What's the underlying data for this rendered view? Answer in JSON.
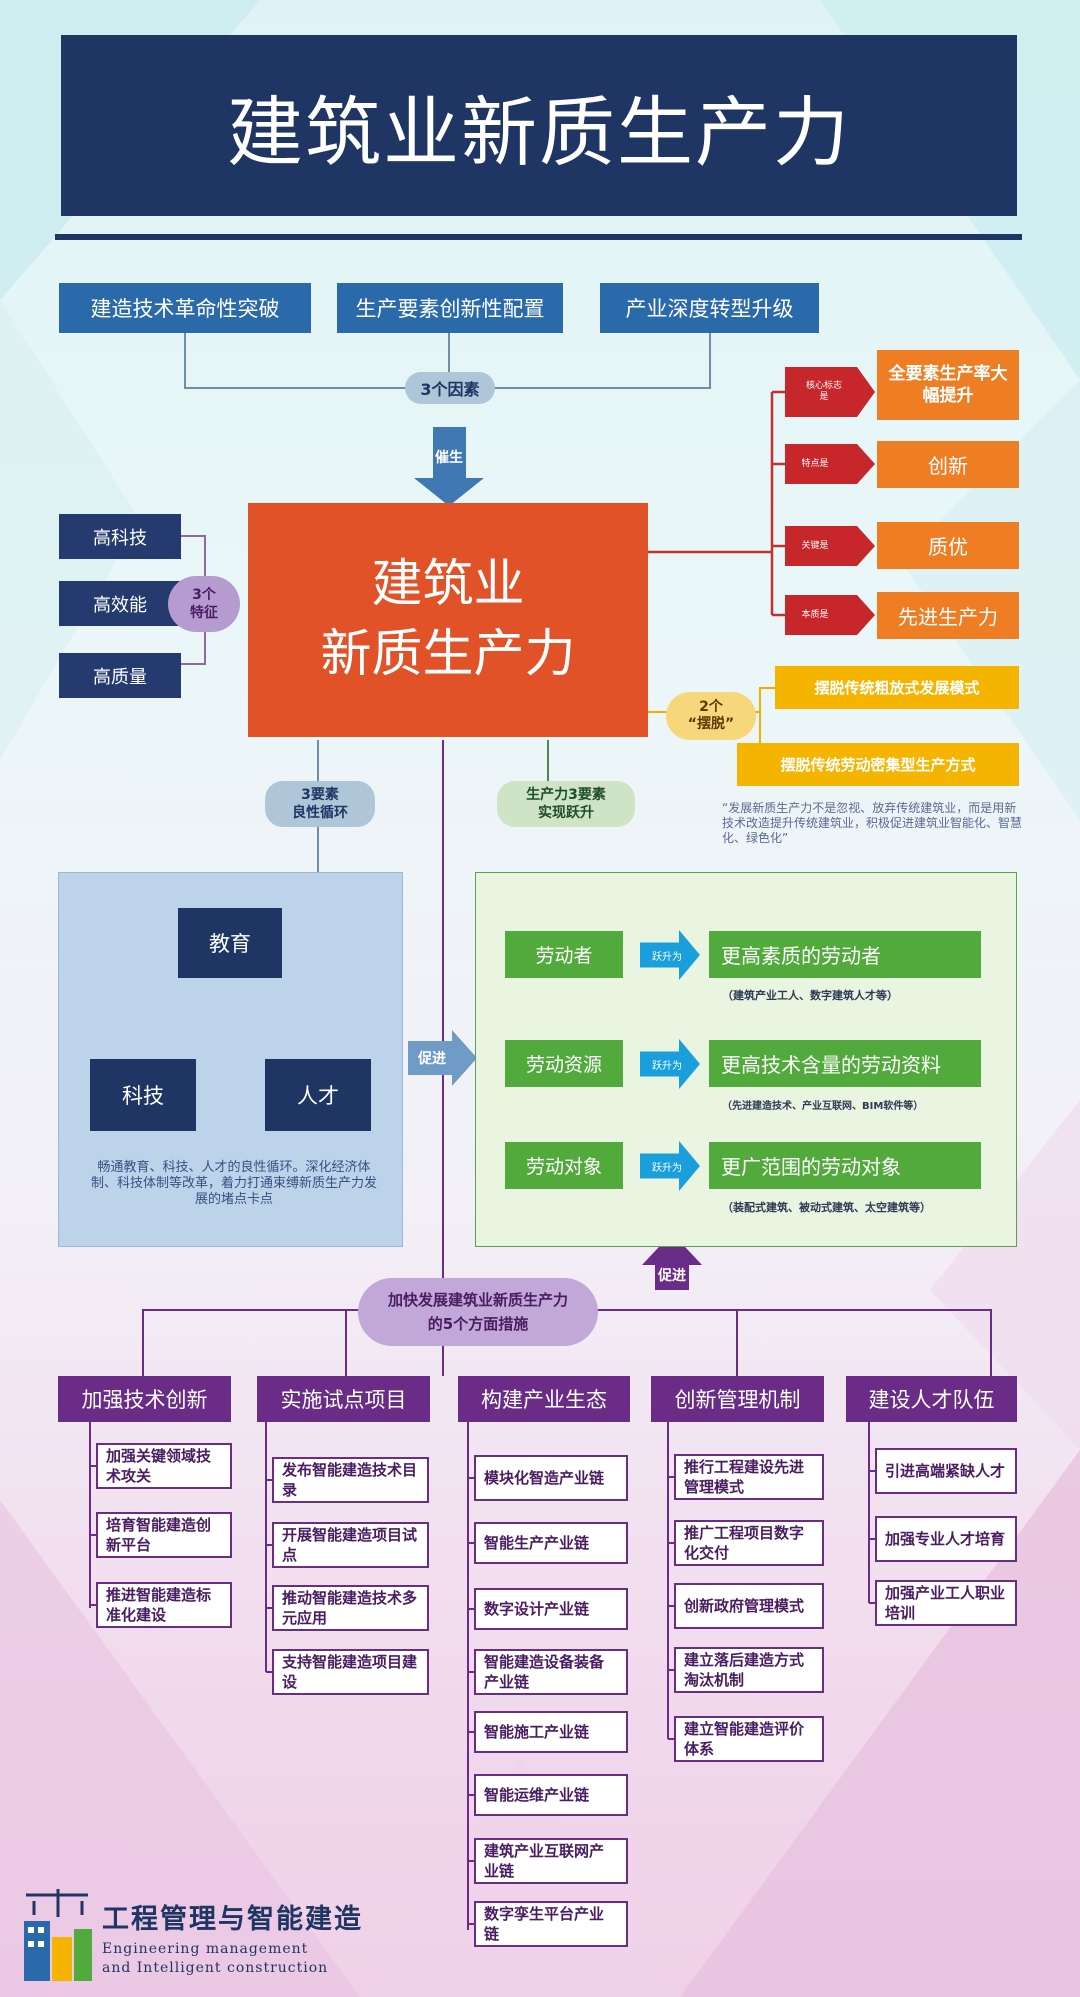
{
  "title": "建筑业新质生产力",
  "factors": [
    "建造技术革命性突破",
    "生产要素创新性配置",
    "产业深度转型升级"
  ],
  "factors_label": "3个因素",
  "cuisheng_label": "催生",
  "center_line1": "建筑业",
  "center_line2": "新质生产力",
  "features_label": [
    "3个",
    "特征"
  ],
  "features": [
    "高科技",
    "高效能",
    "高质量"
  ],
  "right_items": [
    {
      "tag": "核心标志是",
      "text": "全要素生产率大幅提升"
    },
    {
      "tag": "特点是",
      "text": "创新"
    },
    {
      "tag": "关键是",
      "text": "质优"
    },
    {
      "tag": "本质是",
      "text": "先进生产力"
    }
  ],
  "baituo_label": [
    "2个",
    "“摆脱”"
  ],
  "baituo_items": [
    "摆脱传统粗放式发展模式",
    "摆脱传统劳动密集型生产方式"
  ],
  "quote": "“发展新质生产力不是忽视、放弃传统建筑业，而是用新技术改造提升传统建筑业，积极促进建筑业智能化、智慧化、绿色化”",
  "cycle_label": [
    "3要素",
    "良性循环"
  ],
  "leap_label": [
    "生产力3要素",
    "实现跃升"
  ],
  "cycle_nodes": {
    "top": "教育",
    "left": "科技",
    "right": "人才"
  },
  "cycle_note": "畅通教育、科技、人才的良性循环。深化经济体制、科技体制等改革，着力打通束缚新质生产力发展的堵点卡点",
  "cujin_label": "促进",
  "leap_rows": [
    {
      "left": "劳动者",
      "arrow": "跃升为",
      "right": "更高素质的劳动者",
      "note": "（建筑产业工人、数字建筑人才等）"
    },
    {
      "left": "劳动资源",
      "arrow": "跃升为",
      "right": "更高技术含量的劳动资料",
      "note": "（先进建造技术、产业互联网、BIM软件等）"
    },
    {
      "left": "劳动对象",
      "arrow": "跃升为",
      "right": "更广范围的劳动对象",
      "note": "（装配式建筑、被动式建筑、太空建筑等）"
    }
  ],
  "bottom_cujin_label": "促进",
  "measures_label": [
    "加快发展建筑业新质生产力",
    "的5个方面措施"
  ],
  "measures": [
    {
      "title": "加强技术创新",
      "items": [
        "加强关键领域技术攻关",
        "培育智能建造创新平台",
        "推进智能建造标准化建设"
      ]
    },
    {
      "title": "实施试点项目",
      "items": [
        "发布智能建造技术目录",
        "开展智能建造项目试点",
        "推动智能建造技术多元应用",
        "支持智能建造项目建设"
      ]
    },
    {
      "title": "构建产业生态",
      "items": [
        "模块化智造产业链",
        "智能生产产业链",
        "数字设计产业链",
        "智能建造设备装备产业链",
        "智能施工产业链",
        "智能运维产业链",
        "建筑产业互联网产业链",
        "数字孪生平台产业链"
      ]
    },
    {
      "title": "创新管理机制",
      "items": [
        "推行工程建设先进管理模式",
        "推广工程项目数字化交付",
        "创新政府管理模式",
        "建立落后建造方式淘汰机制",
        "建立智能建造评价体系"
      ]
    },
    {
      "title": "建设人才队伍",
      "items": [
        "引进高端紧缺人才",
        "加强专业人才培育",
        "加强产业工人职业培训"
      ]
    }
  ],
  "logo_cn": "工程管理与智能建造",
  "logo_en1": "Engineering management",
  "logo_en2": "and Intelligent construction"
}
